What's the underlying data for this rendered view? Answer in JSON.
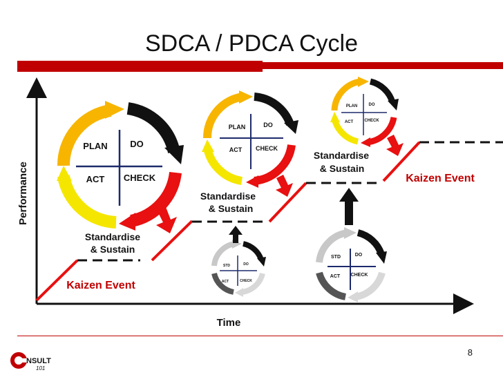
{
  "title": "SDCA / PDCA Cycle",
  "page_number": "8",
  "axes": {
    "x_label": "Time",
    "y_label": "Performance"
  },
  "cycles": {
    "pdca_large": {
      "plan": "PLAN",
      "do": "DO",
      "act": "ACT",
      "check": "CHECK"
    },
    "pdca_medium": {
      "plan": "PLAN",
      "do": "DO",
      "act": "ACT",
      "check": "CHECK"
    },
    "pdca_small": {
      "plan": "PLAN",
      "do": "DO",
      "act": "ACT",
      "check": "CHECK"
    },
    "sdca_small": {
      "std": "STD",
      "do": "DO",
      "act": "ACT",
      "check": "CHECK"
    },
    "sdca_medium": {
      "std": "STD",
      "do": "DO",
      "act": "ACT",
      "check": "CHECK"
    }
  },
  "labels": {
    "standardise_1_line1": "Standardise",
    "standardise_1_line2": "& Sustain",
    "standardise_2_line1": "Standardise",
    "standardise_2_line2": "& Sustain",
    "standardise_3_line1": "Standardise",
    "standardise_3_line2": "& Sustain",
    "kaizen_1": "Kaizen Event",
    "kaizen_2": "Kaizen Event"
  },
  "logo": {
    "text": "NSULT",
    "subtext": "101"
  },
  "colors": {
    "accent_red": "#c00000",
    "arrow_red": "#e81010",
    "yellow": "#f5e600",
    "orange": "#f7b500",
    "black": "#111111",
    "navy": "#1c2a6b"
  }
}
